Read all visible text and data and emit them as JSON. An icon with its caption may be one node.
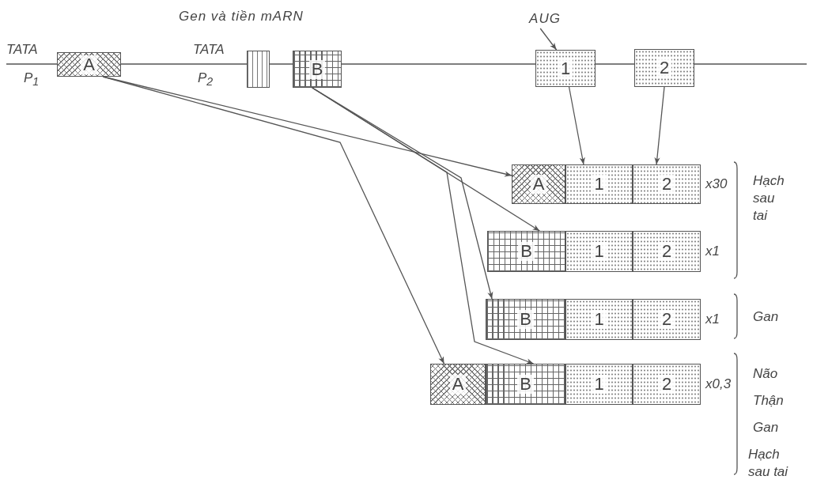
{
  "diagram": {
    "nodes": [
      {
        "text": [
          "A"
        ]
      },
      {
        "text": [],
        "shape": "box"
      },
      {
        "text": [
          "B"
        ]
      },
      {
        "text": [
          "1"
        ]
      },
      {
        "text": [
          "2"
        ]
      },
      {
        "text": [
          "AUG"
        ]
      },
      {
        "text": [],
        "shape": "bar",
        "beside": [
          "x30"
        ]
      },
      {
        "text": [
          "A"
        ],
        "in": 6
      },
      {
        "text": [
          "1"
        ],
        "in": 6
      },
      {
        "text": [
          "2"
        ],
        "in": 6
      },
      {
        "text": [],
        "shape": "bar",
        "beside": [
          "x1"
        ]
      },
      {
        "text": [
          "B"
        ],
        "in": 10
      },
      {
        "text": [
          "1"
        ],
        "in": 10
      },
      {
        "text": [
          "2"
        ],
        "in": 10
      },
      {
        "text": [],
        "shape": "bar",
        "beside": [
          "x1"
        ]
      },
      {
        "text": [
          "B"
        ],
        "in": 14
      },
      {
        "text": [
          "1"
        ],
        "in": 14
      },
      {
        "text": [
          "2"
        ],
        "in": 14
      },
      {
        "text": [],
        "shape": "bar",
        "beside": [
          "x0,3"
        ]
      },
      {
        "text": [
          "A"
        ],
        "in": 18
      },
      {
        "text": [
          "B"
        ],
        "in": 18
      },
      {
        "text": [
          "1"
        ],
        "in": 18
      },
      {
        "text": [
          "2"
        ],
        "in": 18
      }
    ],
    "edges": [
      {
        "from": 0,
        "to": 7,
        "arrow": "to"
      },
      {
        "from": 0,
        "to": 19,
        "arrow": "to"
      },
      {
        "from": 2,
        "to": 11,
        "arrow": "to"
      },
      {
        "from": 2,
        "to": 15,
        "arrow": "to"
      },
      {
        "from": 2,
        "to": 20,
        "arrow": "to"
      },
      {
        "from": 3,
        "to": 8,
        "arrow": "to"
      },
      {
        "from": 4,
        "to": 9,
        "arrow": "to"
      },
      {
        "from": 5,
        "to": 3,
        "arrow": "to"
      }
    ],
    "labels": [
      "Gen và tiền mARN",
      "TATA",
      "TATA",
      "P$_{1}$",
      "P$_{2}$",
      "Hạch sau tai",
      "Gan",
      "Não",
      "Thận",
      "Gan",
      "Hạch sau tai"
    ]
  }
}
